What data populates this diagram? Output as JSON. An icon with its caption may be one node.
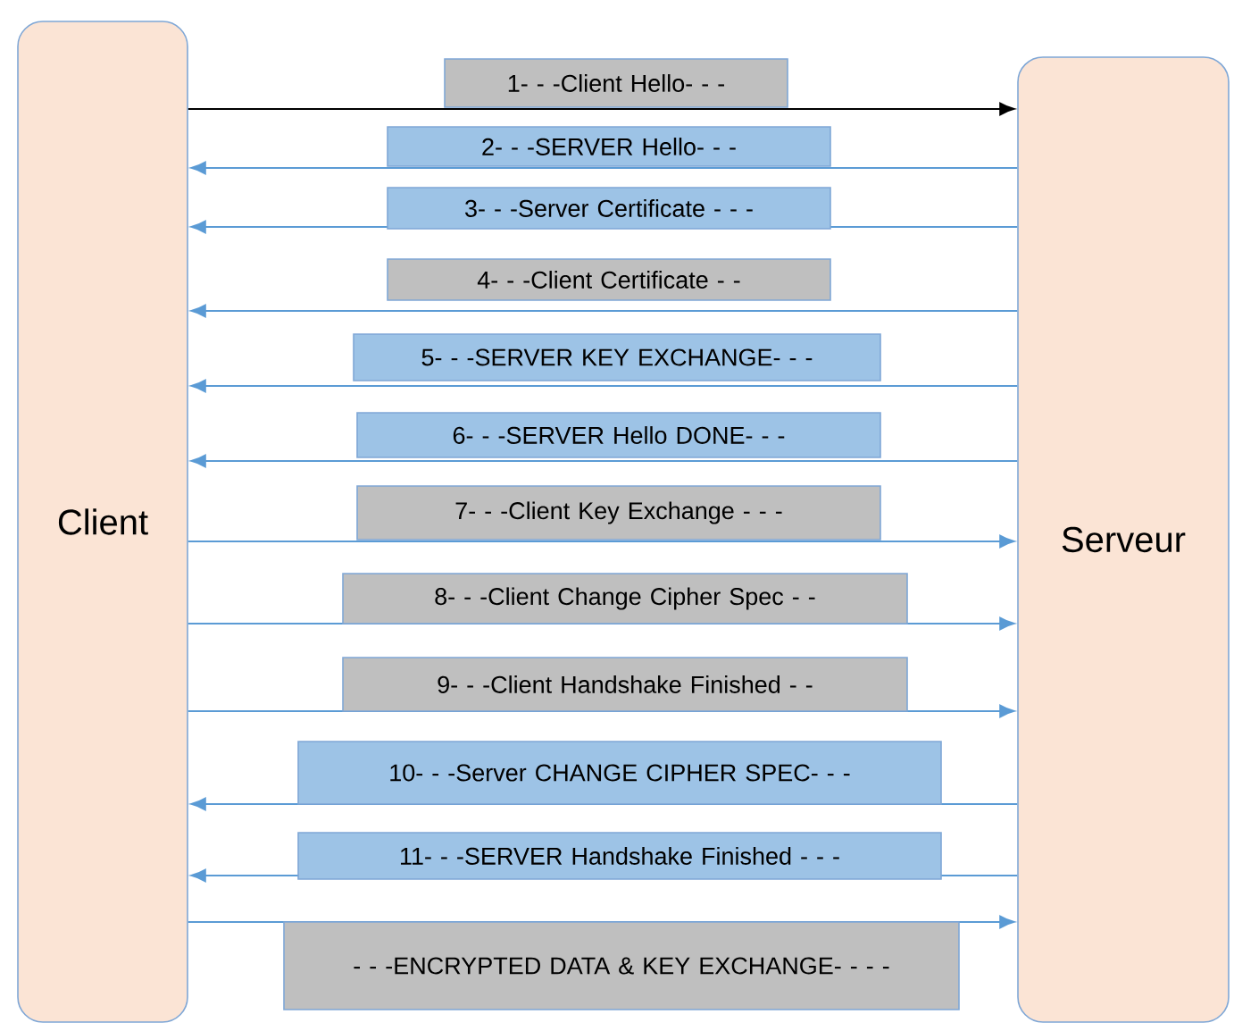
{
  "diagram": {
    "nodes": [
      {
        "text": [
          "Client"
        ]
      },
      {
        "text": [
          "Serveur"
        ]
      }
    ],
    "edges": [
      {
        "from": 0,
        "to": 1,
        "arrow": "to",
        "label": "1- - -Client Hello- - -",
        "color": "#000000"
      },
      {
        "from": 1,
        "to": 0,
        "arrow": "to",
        "label": "2- - -SERVER Hello- - -"
      },
      {
        "from": 1,
        "to": 0,
        "arrow": "to",
        "label": "3- - -Server Certificate - - -"
      },
      {
        "from": 1,
        "to": 0,
        "arrow": "to",
        "label": "4- - -Client Certificate - -"
      },
      {
        "from": 1,
        "to": 0,
        "arrow": "to",
        "label": "5- - -SERVER KEY EXCHANGE- - -"
      },
      {
        "from": 1,
        "to": 0,
        "arrow": "to",
        "label": "6- - -SERVER Hello DONE- - -"
      },
      {
        "from": 0,
        "to": 1,
        "arrow": "to",
        "label": "7- - -Client Key Exchange - - -"
      },
      {
        "from": 0,
        "to": 1,
        "arrow": "to",
        "label": "8- - -Client Change Cipher Spec - -"
      },
      {
        "from": 0,
        "to": 1,
        "arrow": "to",
        "label": "9- - -Client Handshake Finished - -"
      },
      {
        "from": 1,
        "to": 0,
        "arrow": "to",
        "label": "10- - -Server CHANGE CIPHER SPEC- - -"
      },
      {
        "from": 1,
        "to": 0,
        "arrow": "to",
        "label": "11- - -SERVER Handshake Finished - - -"
      },
      {
        "from": 0,
        "to": 1,
        "arrow": "to",
        "label": "- - -ENCRYPTED DATA & KEY EXCHANGE- - - -"
      }
    ]
  }
}
